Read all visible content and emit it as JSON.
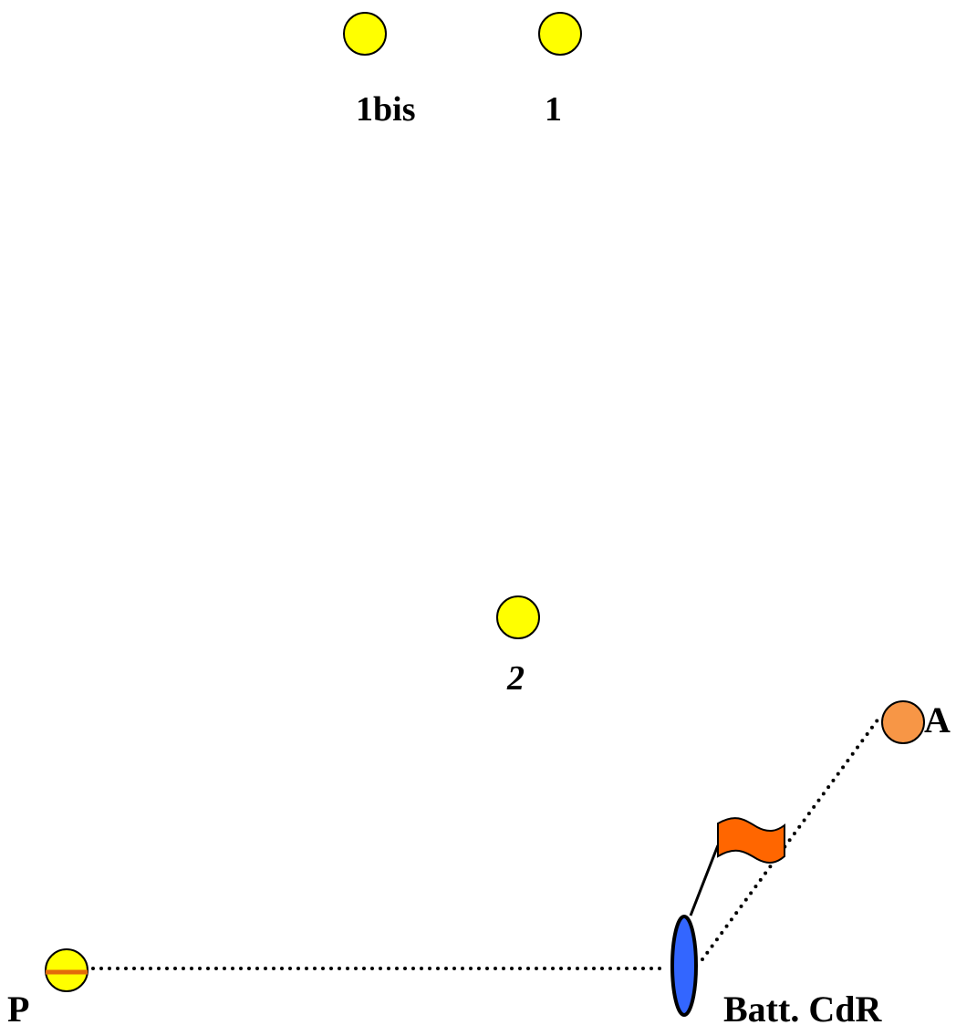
{
  "labels": {
    "marker_1bis": "1bis",
    "marker_1": "1",
    "marker_2": "2",
    "point_p": "P",
    "point_a": "A",
    "battery": "Batt. CdR"
  },
  "colors": {
    "marker_fill": "#ffff00",
    "point_a_fill": "#f79646",
    "p_stripe": "#e36c0a",
    "battery_fill": "#3366ff",
    "flag_fill": "#ff6600",
    "outline": "#000000"
  }
}
